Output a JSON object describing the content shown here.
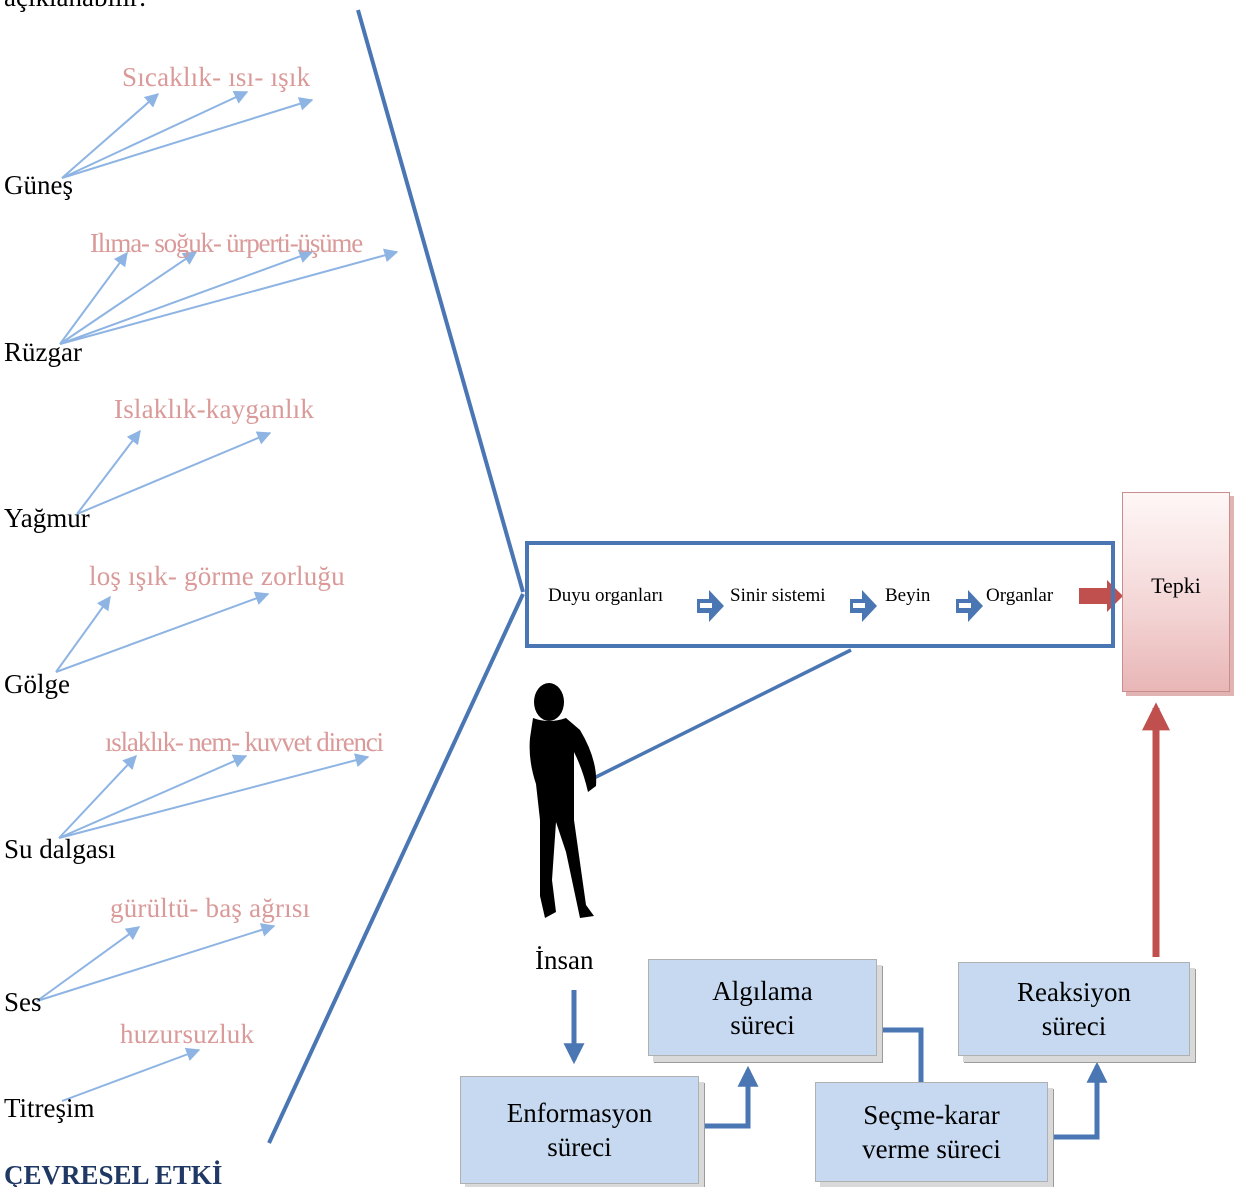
{
  "intro_cutoff": "açıklanabilir:",
  "factors": [
    {
      "source": "Güneş",
      "effect": "Sıcaklık- ısı- ışık"
    },
    {
      "source": "Rüzgar",
      "effect": "Ilıma- soğuk- ürperti-üşüme"
    },
    {
      "source": "Yağmur",
      "effect": "Islaklık-kayganlık"
    },
    {
      "source": "Gölge",
      "effect": "loş ışık- görme zorluğu"
    },
    {
      "source": "Su dalgası",
      "effect": "ıslaklık- nem- kuvvet direnci"
    },
    {
      "source": "Ses",
      "effect": "gürültü- baş ağrısı"
    },
    {
      "source": "Titreşim",
      "effect": "huzursuzluk"
    }
  ],
  "chain": [
    "Duyu organları",
    "Sinir sistemi",
    "Beyin",
    "Organlar"
  ],
  "response": "Tepki",
  "human_label": "İnsan",
  "process_boxes": {
    "enformasyon": [
      "Enformasyon",
      "süreci"
    ],
    "algilama": [
      "Algılama",
      "süreci"
    ],
    "secme": [
      "Seçme-karar",
      "verme süreci"
    ],
    "reaksiyon": [
      "Reaksiyon",
      "süreci"
    ]
  },
  "footer_cutoff": "ÇEVRESEL ETKİ",
  "colors": {
    "effect_text": "#d99a99",
    "blue_line": "#4a76b4",
    "light_arrow": "#8eb4e3",
    "red_arrow": "#c0504d",
    "box_fill": "#c6d9f1",
    "footer": "#1f3864"
  },
  "icons": [
    "human-silhouette-icon"
  ]
}
